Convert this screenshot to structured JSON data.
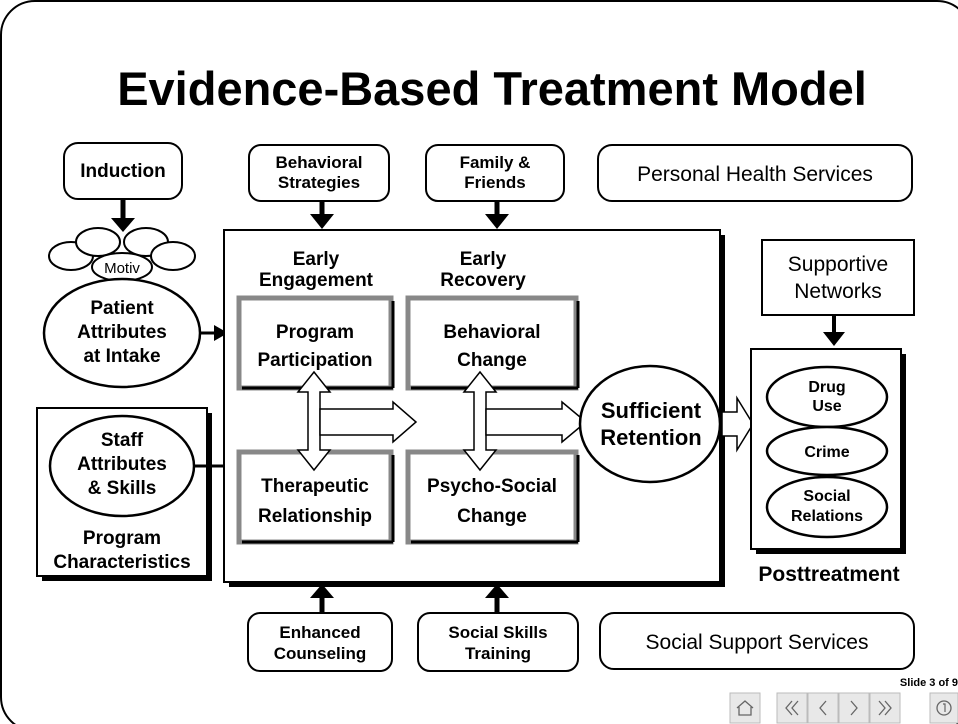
{
  "slide": {
    "title": "Evidence-Based Treatment Model",
    "counter": "Slide 3 of 9"
  },
  "top_inputs": {
    "induction": "Induction",
    "behavioral_strategies": [
      "Behavioral",
      "Strategies"
    ],
    "family_friends": [
      "Family &",
      "Friends"
    ],
    "personal_health": "Personal Health Services"
  },
  "left": {
    "motiv": "Motiv",
    "patient_attributes": [
      "Patient",
      "Attributes",
      "at Intake"
    ],
    "staff_attributes": [
      "Staff",
      "Attributes",
      "& Skills"
    ],
    "program_characteristics": [
      "Program",
      "Characteristics"
    ]
  },
  "center": {
    "early_engagement": [
      "Early",
      "Engagement"
    ],
    "early_recovery": [
      "Early",
      "Recovery"
    ],
    "program_participation": [
      "Program",
      "Participation"
    ],
    "therapeutic_relationship": [
      "Therapeutic",
      "Relationship"
    ],
    "behavioral_change": [
      "Behavioral",
      "Change"
    ],
    "psycho_social_change": [
      "Psycho-Social",
      "Change"
    ],
    "sufficient_retention": [
      "Sufficient",
      "Retention"
    ]
  },
  "right": {
    "supportive_networks": [
      "Supportive",
      "Networks"
    ],
    "drug_use": [
      "Drug",
      "Use"
    ],
    "crime": "Crime",
    "social_relations": [
      "Social",
      "Relations"
    ],
    "posttreatment": "Posttreatment"
  },
  "bottom_inputs": {
    "enhanced_counseling": [
      "Enhanced",
      "Counseling"
    ],
    "social_skills_training": [
      "Social Skills",
      "Training"
    ],
    "social_support": "Social Support Services"
  },
  "nav": {
    "home_icon": "home-icon",
    "first_icon": "first-slide-icon",
    "prev_icon": "previous-slide-icon",
    "next_icon": "next-slide-icon",
    "last_icon": "last-slide-icon",
    "extra_icon": "slide-index-icon"
  }
}
